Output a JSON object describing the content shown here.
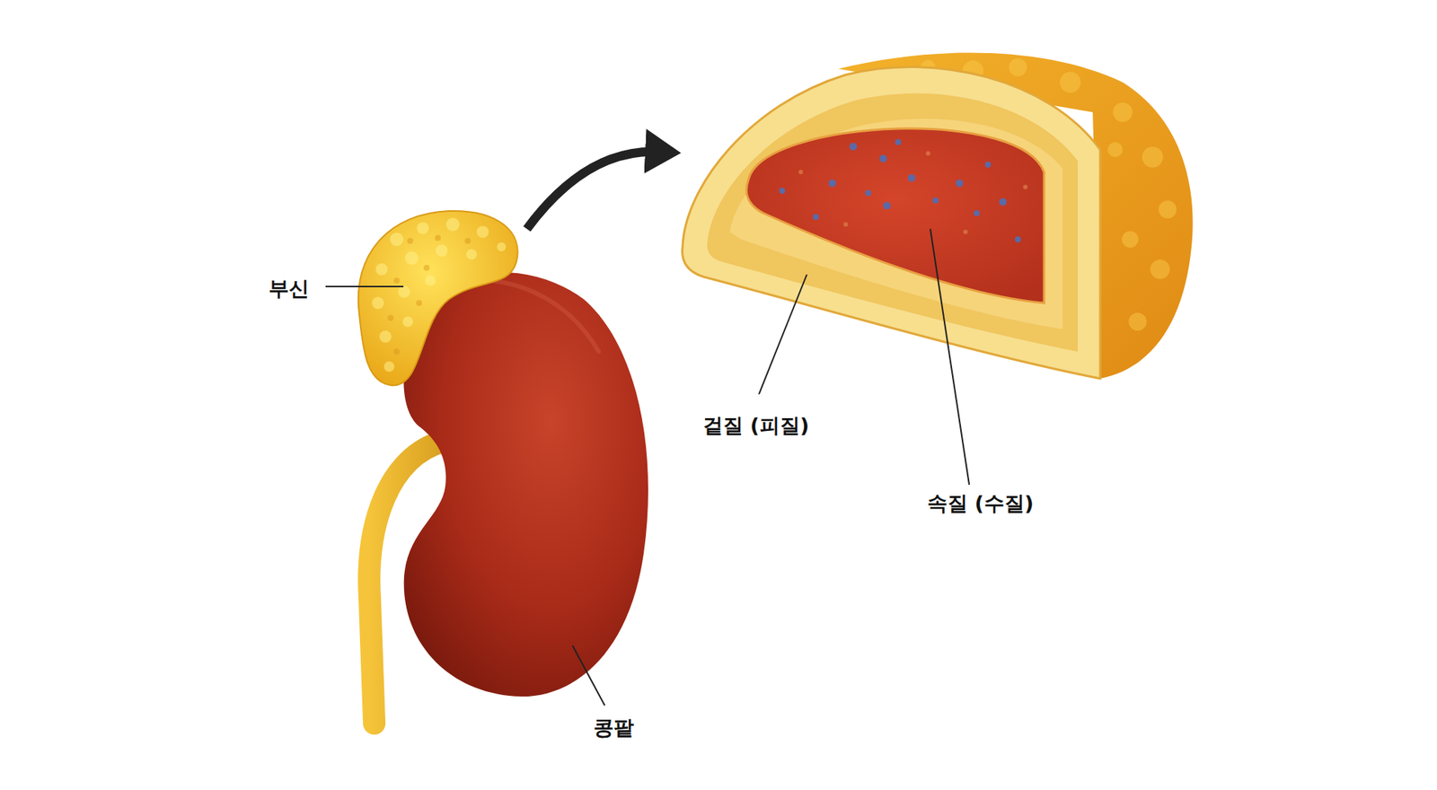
{
  "diagram": {
    "labels": [
      "부신",
      "겉질 (피질)",
      "속질 (수질)",
      "콩팥"
    ]
  }
}
